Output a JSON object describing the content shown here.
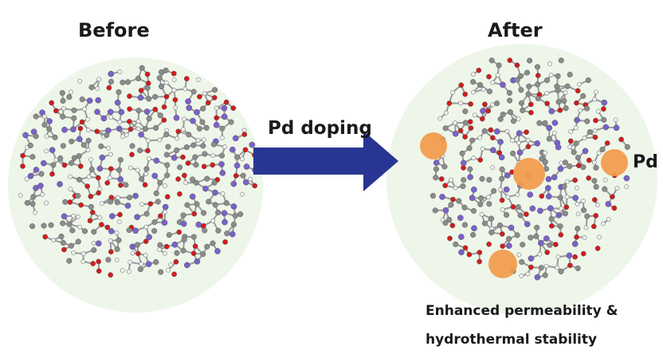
{
  "titles": {
    "before": "Before",
    "after": "After"
  },
  "arrow": {
    "label": "Pd doping",
    "color": "#283593"
  },
  "dopant_label": "Pd",
  "caption": {
    "line1": "Enhanced permeability &",
    "line2": "hydrothermal stability"
  },
  "colors": {
    "backdrop": "#eef6ea",
    "silicon_atom": "#7b61c9",
    "oxygen_atom": "#d21c1c",
    "carbon_atom": "#8c8c8c",
    "hydrogen_atom": "#f3f3f3",
    "bond": "#9a9a9a",
    "pd_atom": "#f29a4a"
  }
}
